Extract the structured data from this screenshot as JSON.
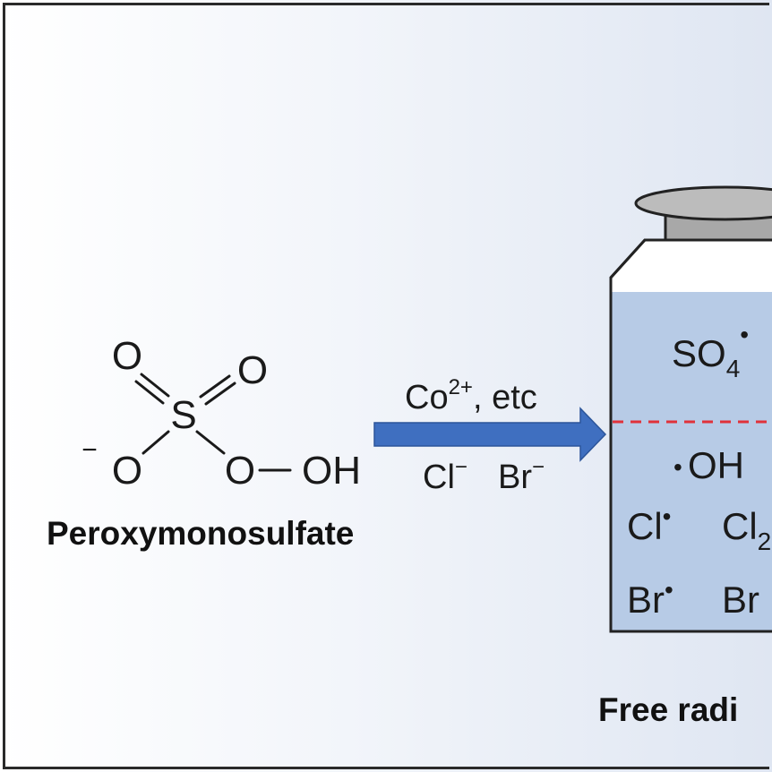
{
  "molecule": {
    "atoms": {
      "oxygen": "O",
      "sulfur": "S",
      "hydroxyl": "OH",
      "negative_charge": "−"
    },
    "name": "Peroxymonosulfate"
  },
  "reaction_arrow": {
    "catalyst": "Co",
    "catalyst_charge": "2+",
    "catalyst_suffix": ", etc",
    "chloride": "Cl",
    "chloride_charge": "−",
    "bromide": "Br",
    "bromide_charge": "−",
    "arrow_color": "#3f6fc0"
  },
  "vessel": {
    "liquid_color": "#b7cbe6",
    "divider_color": "#e0323a",
    "species": {
      "sulfate_radical_base": "SO",
      "sulfate_radical_subscript": "4",
      "hydroxyl_radical": "OH",
      "chlorine_radical": "Cl",
      "dichlorine_radical": "Cl",
      "dichlorine_subscript": "2",
      "bromine_radical": "Br",
      "dibromine_radical": "Br",
      "radical_dot": "•"
    },
    "caption": "Free radi"
  }
}
